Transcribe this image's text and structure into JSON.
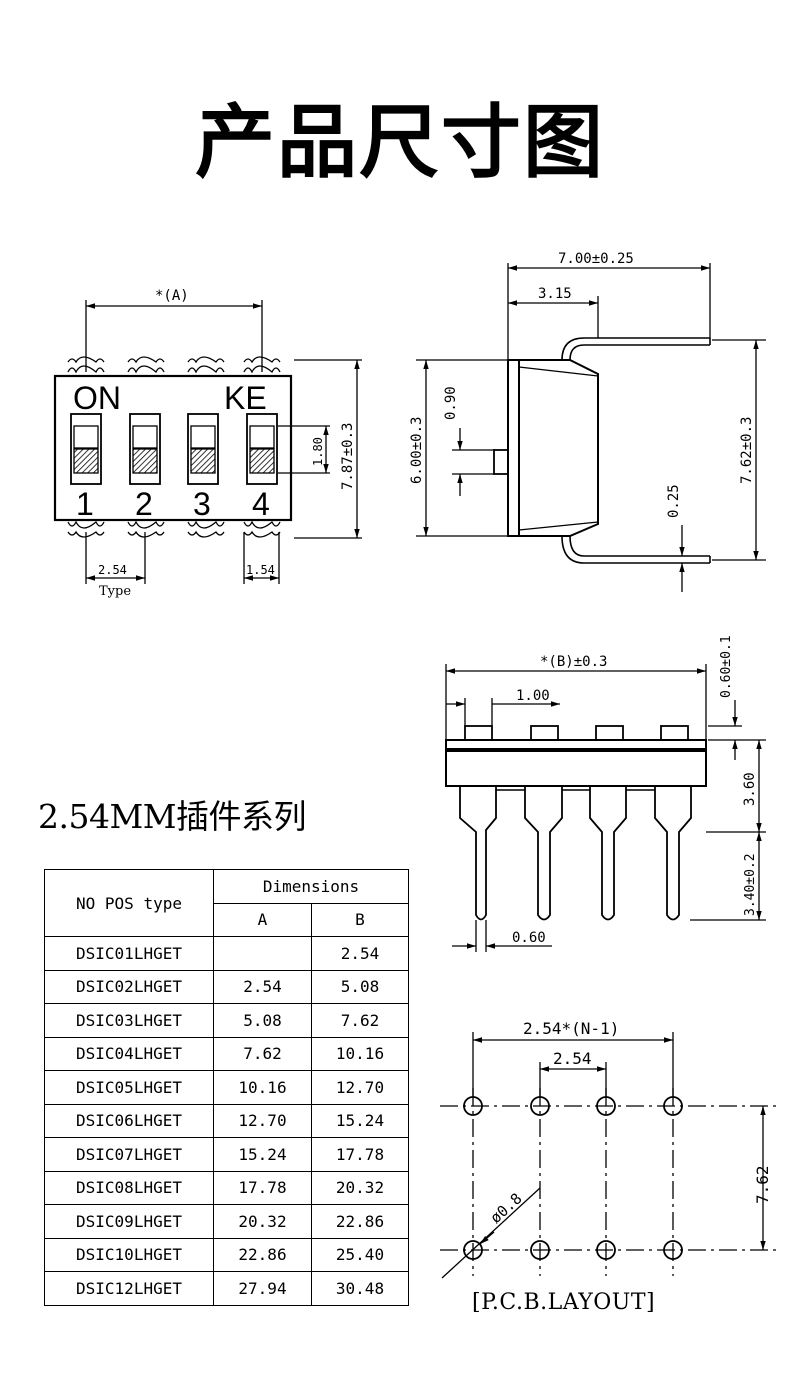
{
  "title": "产品尺寸图",
  "series_title": "2.54MM插件系列",
  "top_view": {
    "on_label": "ON",
    "brand_label": "KE",
    "switch_numbers": [
      "1",
      "2",
      "3",
      "4"
    ],
    "dim_a": "*(A)",
    "dim_height": "7.87±0.3",
    "dim_slider": "1.80",
    "dim_pitch": "2.54",
    "pitch_caption": "Type",
    "dim_pad": "1.54"
  },
  "side_view": {
    "dim_width": "7.00±0.25",
    "dim_offset": "3.15",
    "dim_body_height": "6.00±0.3",
    "dim_actuator": "0.90",
    "dim_row_spacing": "7.62±0.3",
    "dim_pin_thickness": "0.25"
  },
  "front_view": {
    "dim_b": "*(B)±0.3",
    "dim_offset": "0.60±0.1",
    "dim_actuator_width": "1.00",
    "dim_body": "3.60",
    "dim_pin_length": "3.40±0.2",
    "dim_pin_width": "0.60"
  },
  "pcb_layout": {
    "dim_span": "2.54*(N-1)",
    "dim_pitch": "2.54",
    "dim_row": "7.62",
    "dim_hole": "ø0.8",
    "label": "[P.C.B.LAYOUT]"
  },
  "table": {
    "header_col0": "NO POS type",
    "header_group": "Dimensions",
    "header_a": "A",
    "header_b": "B",
    "rows": [
      [
        "DSIC01LHGET",
        "",
        "2.54"
      ],
      [
        "DSIC02LHGET",
        "2.54",
        "5.08"
      ],
      [
        "DSIC03LHGET",
        "5.08",
        "7.62"
      ],
      [
        "DSIC04LHGET",
        "7.62",
        "10.16"
      ],
      [
        "DSIC05LHGET",
        "10.16",
        "12.70"
      ],
      [
        "DSIC06LHGET",
        "12.70",
        "15.24"
      ],
      [
        "DSIC07LHGET",
        "15.24",
        "17.78"
      ],
      [
        "DSIC08LHGET",
        "17.78",
        "20.32"
      ],
      [
        "DSIC09LHGET",
        "20.32",
        "22.86"
      ],
      [
        "DSIC10LHGET",
        "22.86",
        "25.40"
      ],
      [
        "DSIC12LHGET",
        "27.94",
        "30.48"
      ]
    ]
  }
}
